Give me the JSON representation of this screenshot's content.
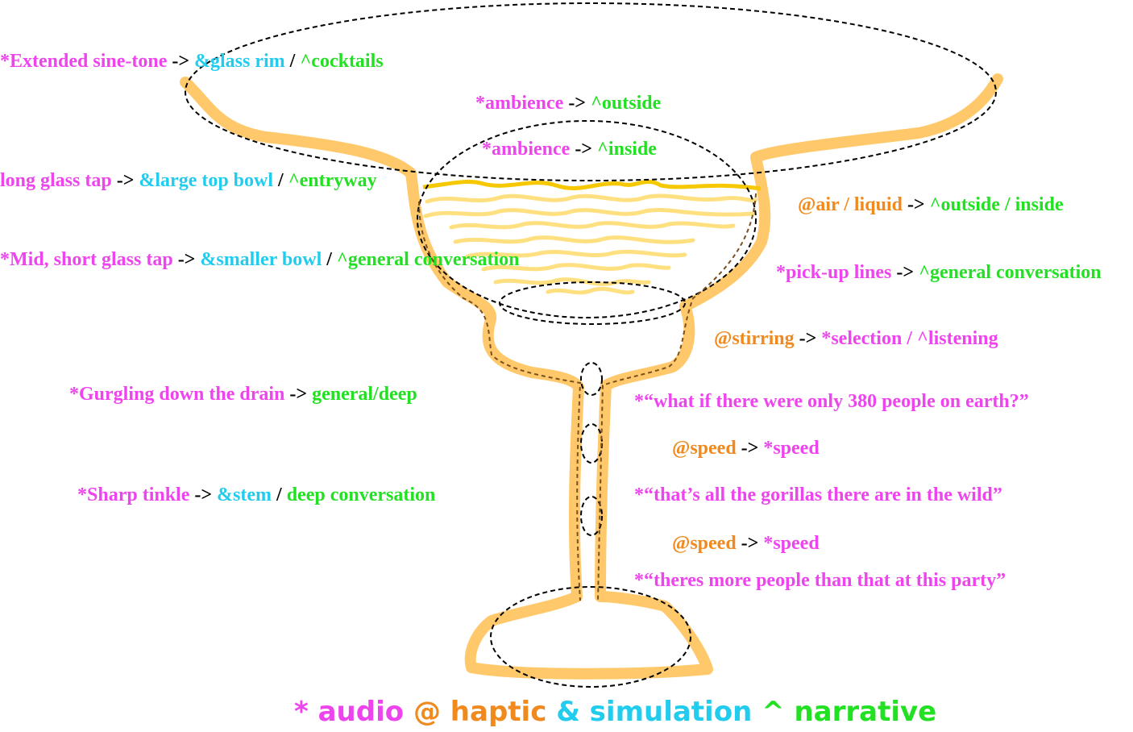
{
  "colors": {
    "audio": "#ee44ee",
    "haptic": "#f08a1e",
    "simulation": "#22ccee",
    "narrative": "#22e022",
    "glass_outline": "#ffc96b",
    "liquid": "#f5c800",
    "liquid_waves": "#ffe080"
  },
  "labels": [
    {
      "id": "rim",
      "parts": [
        {
          "t": "*Extended sine-tone",
          "c": "audio"
        },
        {
          "t": " -> ",
          "c": "arrow"
        },
        {
          "t": "&glass  rim",
          "c": "sim"
        },
        {
          "t": " / ",
          "c": "arrow"
        },
        {
          "t": "^cocktails",
          "c": "narr"
        }
      ]
    },
    {
      "id": "ambience-outside",
      "parts": [
        {
          "t": "*ambience",
          "c": "audio"
        },
        {
          "t": " -> ",
          "c": "arrow"
        },
        {
          "t": "^outside",
          "c": "narr"
        }
      ]
    },
    {
      "id": "ambience-inside",
      "parts": [
        {
          "t": "*ambience",
          "c": "audio"
        },
        {
          "t": " -> ",
          "c": "arrow"
        },
        {
          "t": "^inside",
          "c": "narr"
        }
      ]
    },
    {
      "id": "long-tap",
      "parts": [
        {
          "t": "long glass tap",
          "c": "audio"
        },
        {
          "t": " -> ",
          "c": "arrow"
        },
        {
          "t": "&large top bowl",
          "c": "sim"
        },
        {
          "t": " / ",
          "c": "arrow"
        },
        {
          "t": "^entryway",
          "c": "narr"
        }
      ]
    },
    {
      "id": "air-liquid",
      "parts": [
        {
          "t": "@air / liquid",
          "c": "haptic"
        },
        {
          "t": " -> ",
          "c": "arrow"
        },
        {
          "t": "^outside / inside",
          "c": "narr"
        }
      ]
    },
    {
      "id": "mid-tap",
      "parts": [
        {
          "t": "*Mid, short glass tap",
          "c": "audio"
        },
        {
          "t": " -> ",
          "c": "arrow"
        },
        {
          "t": "&smaller bowl",
          "c": "sim"
        },
        {
          "t": " / ",
          "c": "arrow"
        },
        {
          "t": "^general conversation",
          "c": "narr"
        }
      ]
    },
    {
      "id": "pickup",
      "parts": [
        {
          "t": "*pick-up lines",
          "c": "audio"
        },
        {
          "t": " -> ",
          "c": "arrow"
        },
        {
          "t": "^general conversation",
          "c": "narr"
        }
      ]
    },
    {
      "id": "stirring",
      "parts": [
        {
          "t": "@stirring",
          "c": "haptic"
        },
        {
          "t": " -> ",
          "c": "arrow"
        },
        {
          "t": "*selection / ^listening",
          "c": "audio"
        }
      ]
    },
    {
      "id": "gurgling",
      "parts": [
        {
          "t": "*Gurgling down  the drain",
          "c": "audio"
        },
        {
          "t": " -> ",
          "c": "arrow"
        },
        {
          "t": "general/deep",
          "c": "narr"
        }
      ]
    },
    {
      "id": "quote-380",
      "parts": [
        {
          "t": "*“what if there were only 380 people on earth?”",
          "c": "audio"
        }
      ]
    },
    {
      "id": "speed-1",
      "parts": [
        {
          "t": "@speed",
          "c": "haptic"
        },
        {
          "t": " -> ",
          "c": "arrow"
        },
        {
          "t": "*speed",
          "c": "audio"
        }
      ]
    },
    {
      "id": "sharp-tinkle",
      "parts": [
        {
          "t": "*Sharp tinkle",
          "c": "audio"
        },
        {
          "t": " -> ",
          "c": "arrow"
        },
        {
          "t": "&stem",
          "c": "sim"
        },
        {
          "t": " / ",
          "c": "arrow"
        },
        {
          "t": "deep conversation",
          "c": "narr"
        }
      ]
    },
    {
      "id": "quote-gorillas",
      "parts": [
        {
          "t": "*“that’s all the gorillas there are in the wild”",
          "c": "audio"
        }
      ]
    },
    {
      "id": "speed-2",
      "parts": [
        {
          "t": "@speed",
          "c": "haptic"
        },
        {
          "t": " -> ",
          "c": "arrow"
        },
        {
          "t": "*speed",
          "c": "audio"
        }
      ]
    },
    {
      "id": "quote-party",
      "parts": [
        {
          "t": "*“theres more people than that at this party”",
          "c": "audio"
        }
      ]
    }
  ],
  "legend": [
    {
      "t": "* audio",
      "c": "audio"
    },
    {
      "t": " @ haptic",
      "c": "haptic"
    },
    {
      "t": " & simulation",
      "c": "sim"
    },
    {
      "t": " ^ narrative",
      "c": "narr"
    }
  ]
}
